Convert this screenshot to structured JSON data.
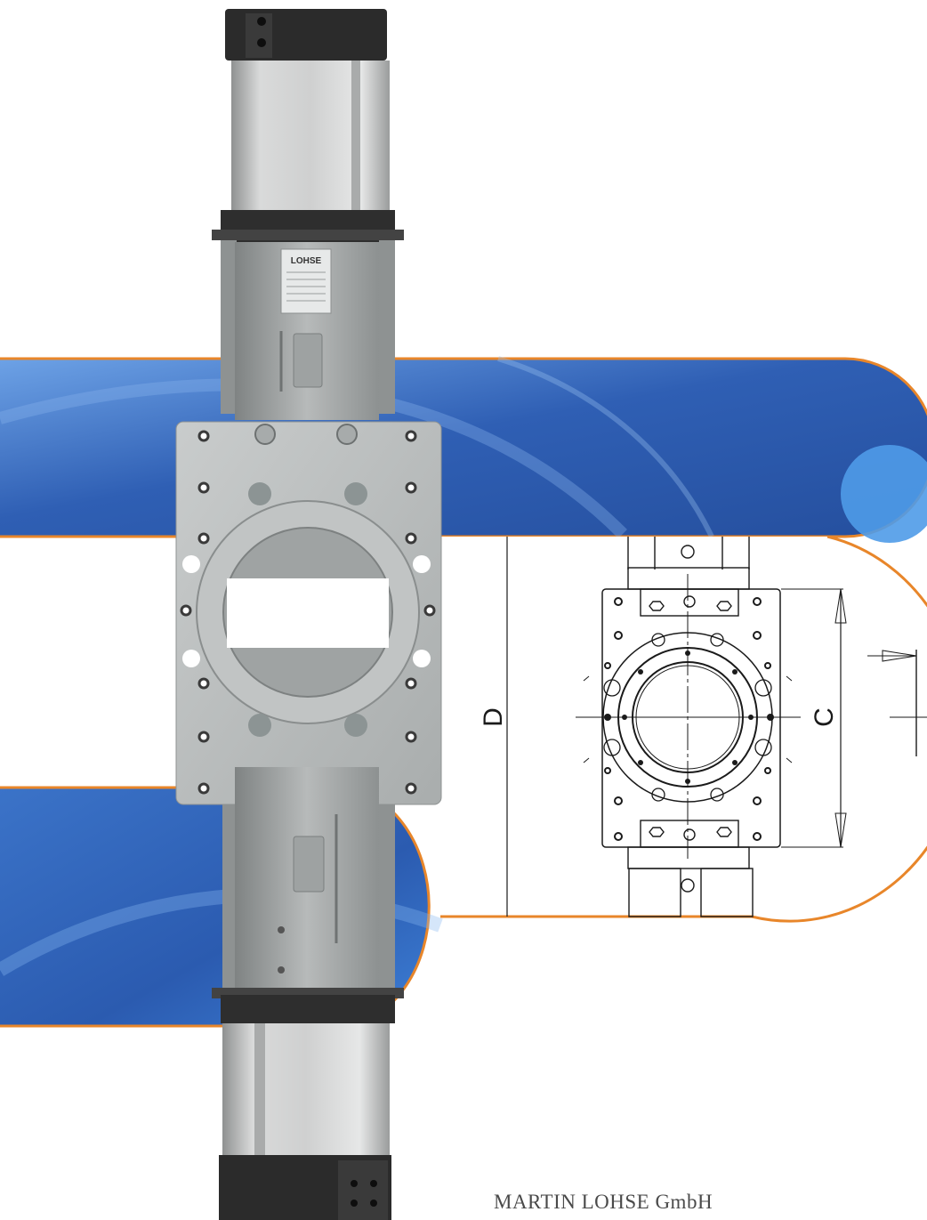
{
  "product": {
    "nameplate_brand": "LOHSE"
  },
  "drawing": {
    "dimension_d": "D",
    "dimension_c": "C"
  },
  "footer": {
    "company_name": "MARTIN LOHSE GmbH"
  },
  "colors": {
    "band_blue": "#2f5fb4",
    "band_blue_light": "#5b93dc",
    "orange_outline": "#e8862a",
    "steel": "#b9bcbc",
    "actuator_grey": "#c7c8c8",
    "dark_cap": "#2b2b2b",
    "drawing_line": "#1a1a1a"
  }
}
